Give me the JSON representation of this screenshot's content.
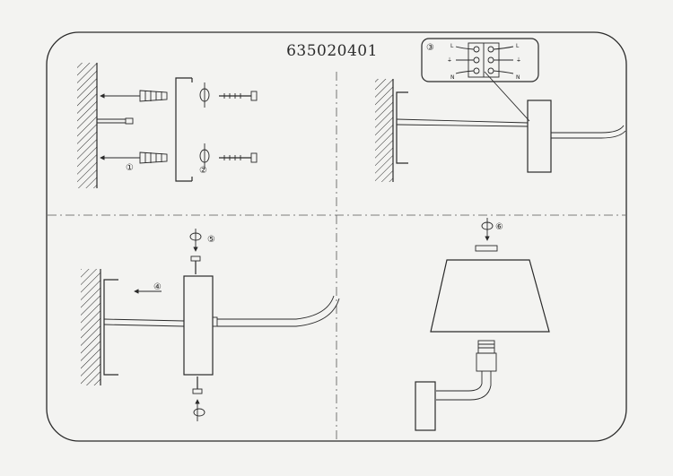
{
  "model_number": "635020401",
  "steps": [
    "①",
    "②",
    "③",
    "④",
    "⑤",
    "⑥"
  ],
  "wiring": {
    "left_top": "L",
    "left_middle": "⏚",
    "left_bottom": "N",
    "right_top": "L",
    "right_middle": "⏚",
    "right_bottom": "N"
  }
}
